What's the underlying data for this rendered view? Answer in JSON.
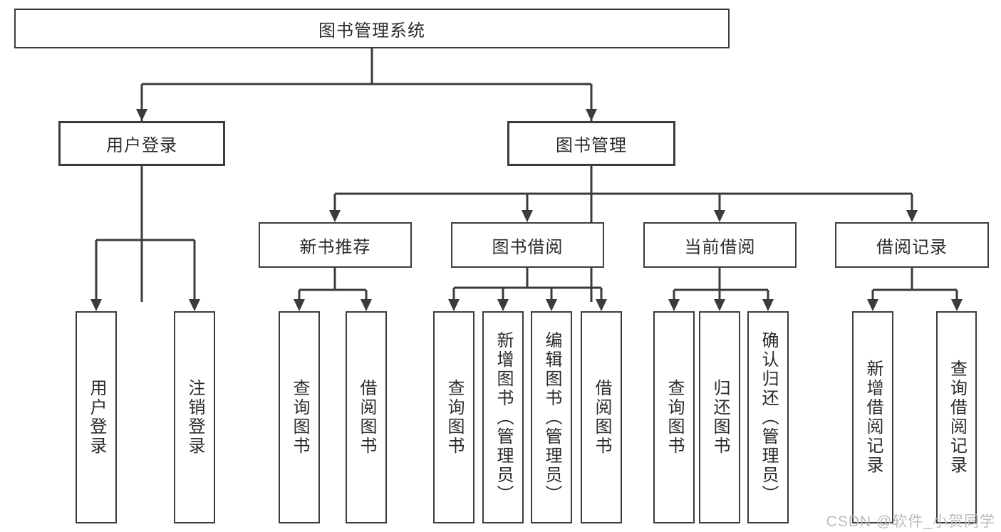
{
  "diagram": {
    "root": {
      "label": "图书管理系统",
      "children": [
        {
          "label": "用户登录",
          "children": [
            {
              "label": "用户登录"
            },
            {
              "label": "注销登录"
            }
          ]
        },
        {
          "label": "图书管理",
          "children": [
            {
              "label": "新书推荐",
              "children": [
                {
                  "label": "查询图书"
                },
                {
                  "label": "借阅图书"
                }
              ]
            },
            {
              "label": "图书借阅",
              "children": [
                {
                  "label": "查询图书"
                },
                {
                  "label": "新增图书（管理员）"
                },
                {
                  "label": "编辑图书（管理员）"
                },
                {
                  "label": "借阅图书"
                }
              ]
            },
            {
              "label": "当前借阅",
              "children": [
                {
                  "label": "查询图书"
                },
                {
                  "label": "归还图书"
                },
                {
                  "label": "确认归还（管理员）"
                }
              ]
            },
            {
              "label": "借阅记录",
              "children": [
                {
                  "label": "新增借阅记录"
                },
                {
                  "label": "查询借阅记录"
                }
              ]
            }
          ]
        }
      ]
    }
  },
  "watermark": {
    "text": "CSDN @软件_小贺同学"
  },
  "colors": {
    "line": "#3b3b3b",
    "text": "#2b2b2b",
    "watermark": "#b9bcc0",
    "background": "#ffffff"
  }
}
